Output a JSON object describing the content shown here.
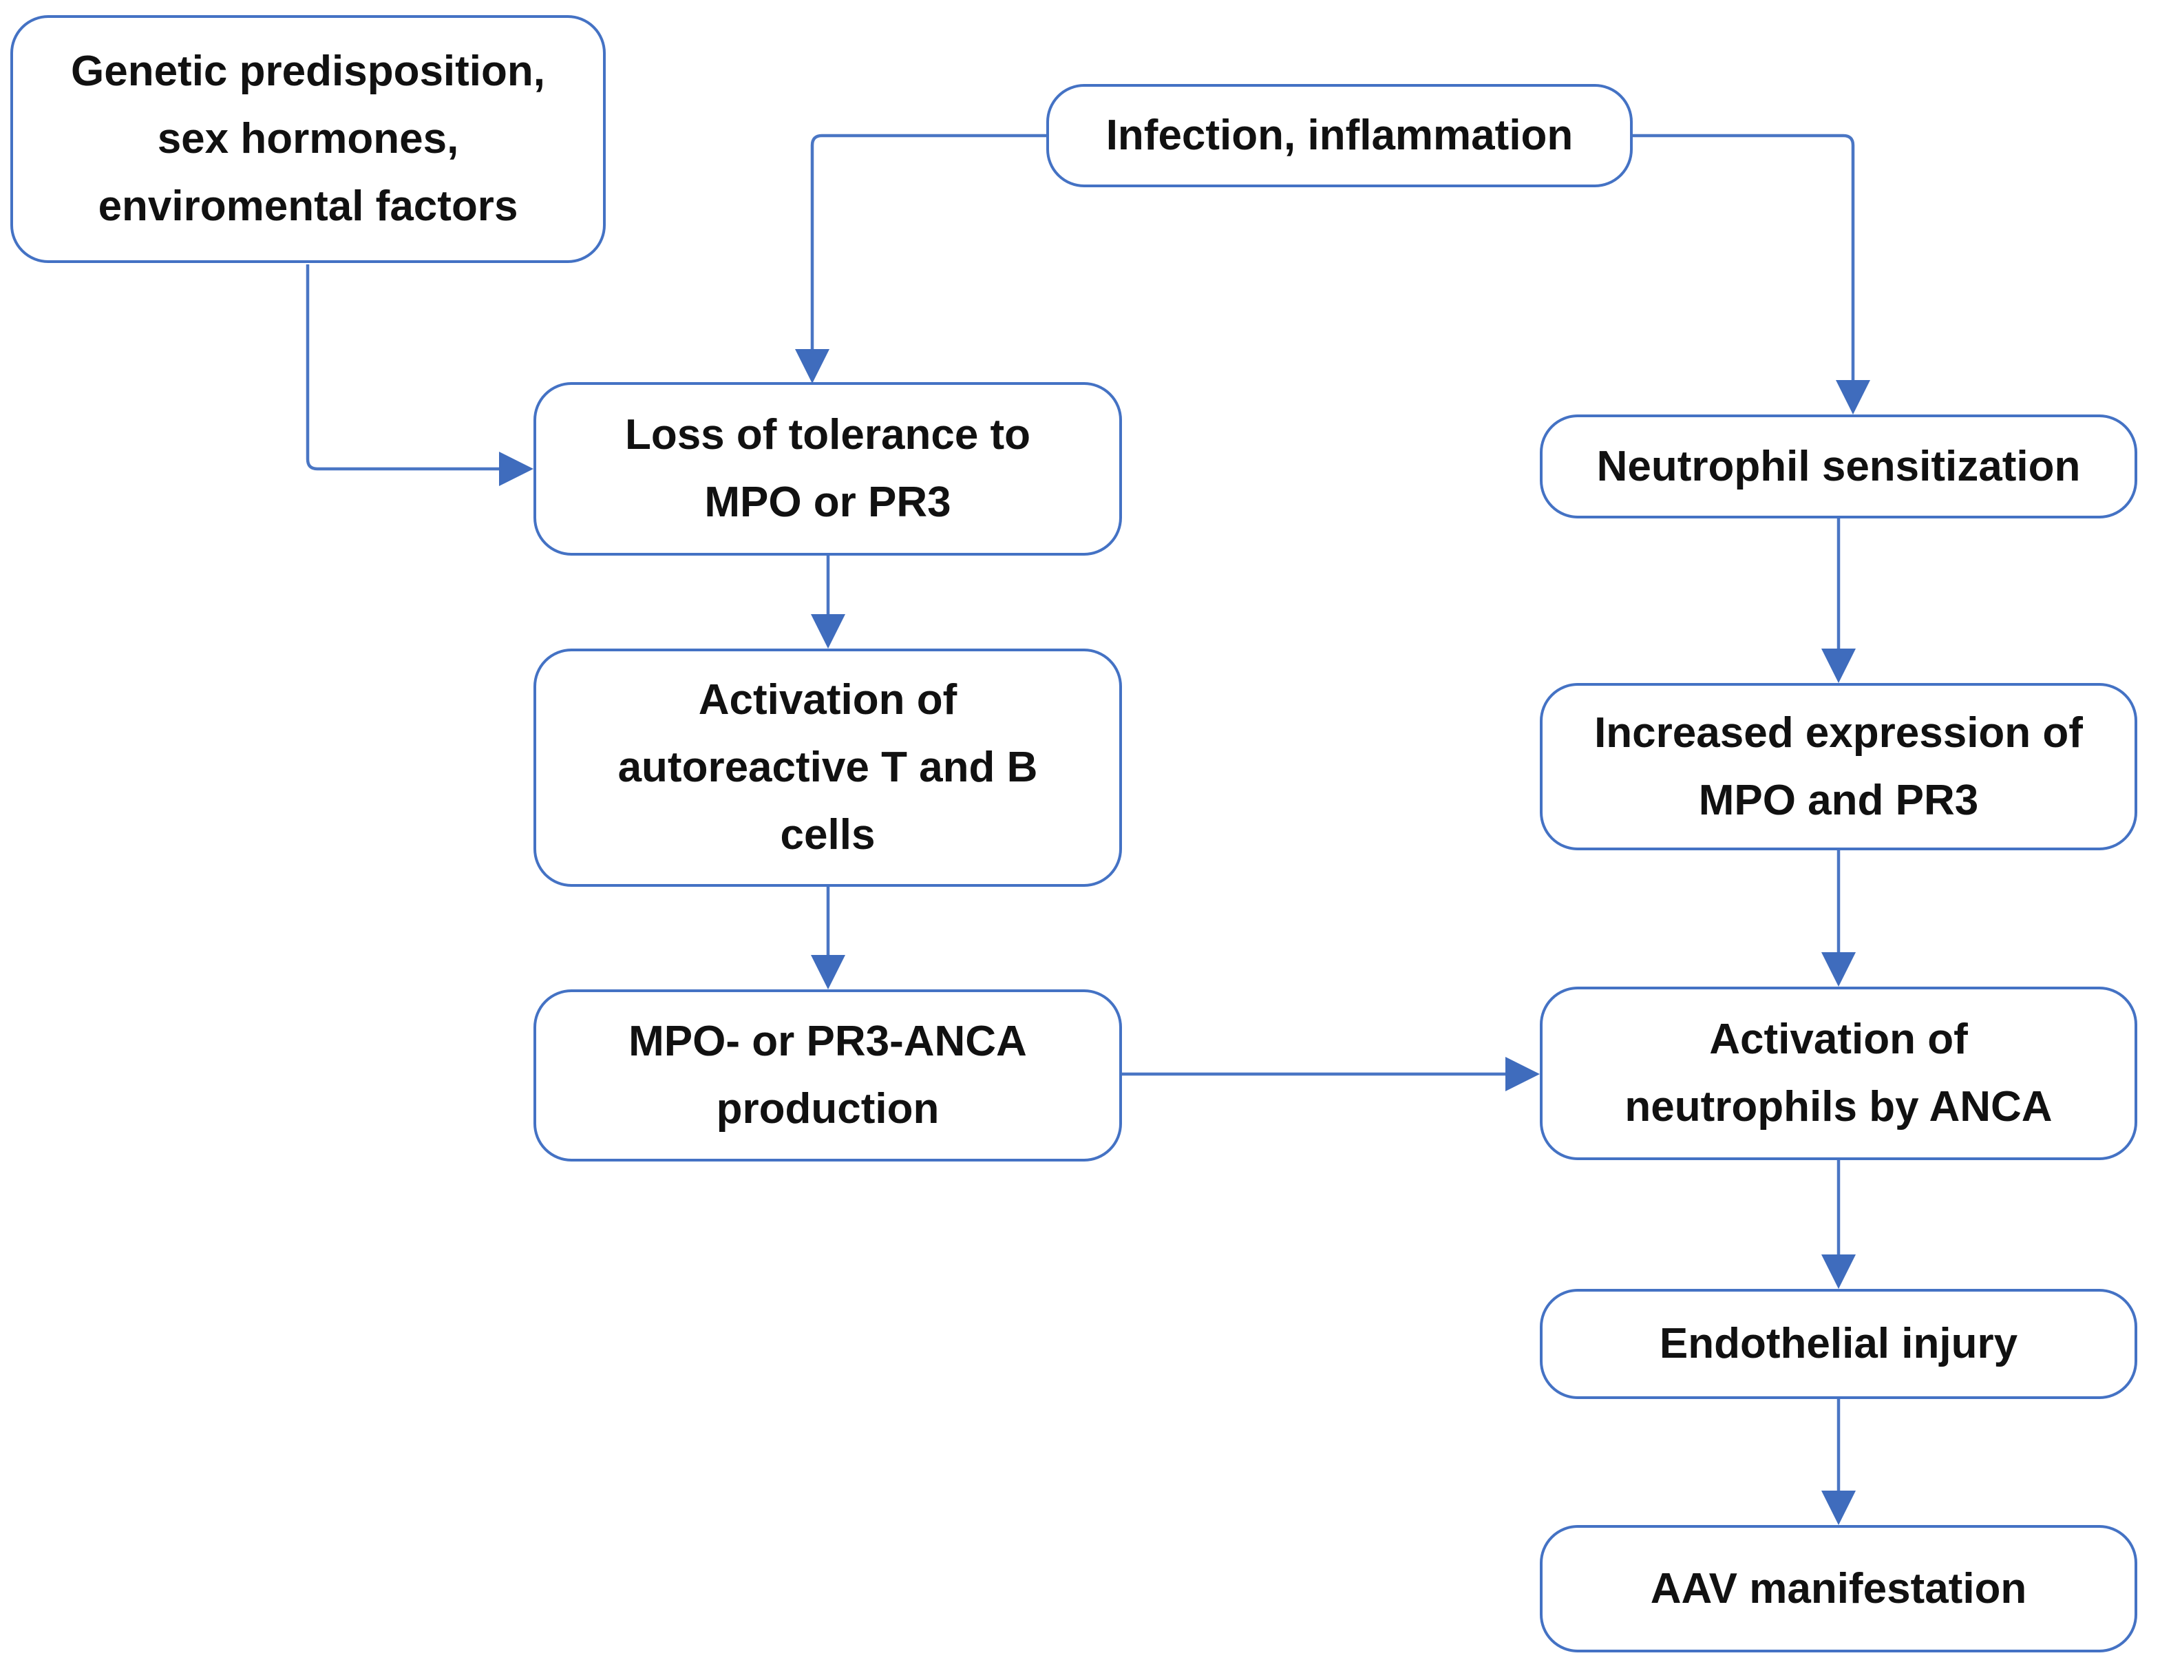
{
  "colors": {
    "accent_blue": "#4472C4",
    "text": "#111111",
    "background": "#ffffff"
  },
  "nodes": {
    "genetic": {
      "label": "Genetic predisposition,\nsex hormones,\nenviromental factors"
    },
    "infection": {
      "label": "Infection, inflammation"
    },
    "loss_tolerance": {
      "label": "Loss of tolerance to\nMPO or PR3"
    },
    "activation_t_b": {
      "label": "Activation of\nautoreactive T and B\ncells"
    },
    "anca_production": {
      "label": "MPO- or PR3-ANCA\nproduction"
    },
    "neutrophil_sensitization": {
      "label": "Neutrophil sensitization"
    },
    "increased_expression": {
      "label": "Increased expression of\nMPO and PR3"
    },
    "neutrophil_activation": {
      "label": "Activation of\nneutrophils by ANCA"
    },
    "endothelial_injury": {
      "label": "Endothelial injury"
    },
    "aav_manifestation": {
      "label": "AAV manifestation"
    }
  },
  "edges": [
    {
      "from": "genetic",
      "to": "loss_tolerance"
    },
    {
      "from": "infection",
      "to": "loss_tolerance"
    },
    {
      "from": "infection",
      "to": "neutrophil_sensitization"
    },
    {
      "from": "loss_tolerance",
      "to": "activation_t_b"
    },
    {
      "from": "activation_t_b",
      "to": "anca_production"
    },
    {
      "from": "anca_production",
      "to": "neutrophil_activation"
    },
    {
      "from": "neutrophil_sensitization",
      "to": "increased_expression"
    },
    {
      "from": "increased_expression",
      "to": "neutrophil_activation"
    },
    {
      "from": "neutrophil_activation",
      "to": "endothelial_injury"
    },
    {
      "from": "endothelial_injury",
      "to": "aav_manifestation"
    }
  ]
}
